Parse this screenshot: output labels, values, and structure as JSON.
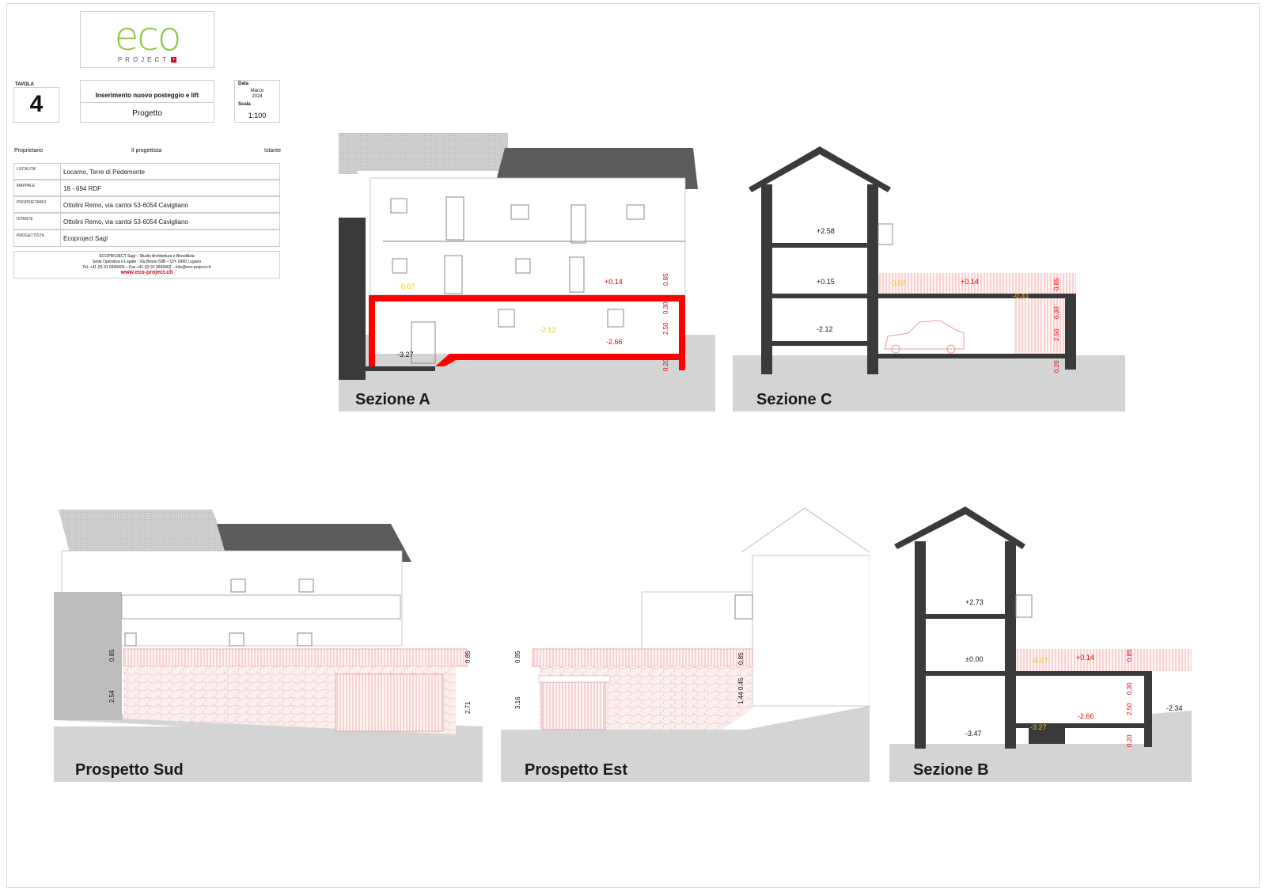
{
  "logo": {
    "word": "eco",
    "sub": "PROJECT",
    "cross": "+"
  },
  "header": {
    "tavola_label": "TAVOLA",
    "tavola_number": "4",
    "project_title": "Inserimento nuovo posteggio e lift",
    "project_phase": "Progetto",
    "data_label": "Data",
    "data_month": "Marzo",
    "data_year": "2024",
    "scala_label": "Scala",
    "scala_value": "1:100"
  },
  "signatures": {
    "proprietario": "Proprietario",
    "progettista": "Il progettista",
    "istante": "Istante"
  },
  "info_rows": [
    {
      "label": "LOCALITA'",
      "value": "Locarno, Terre di Pedemonte"
    },
    {
      "label": "MAPPALE",
      "value": "18 - 694 RDF"
    },
    {
      "label": "PROPRIETARIO",
      "value": "Ottolini Remo, via cantoi 53-6054 Cavigliano"
    },
    {
      "label": "ISTANTE",
      "value": "Ottolini Remo, via cantoi 53-6054 Cavigliano"
    },
    {
      "label": "PROGETTISTA",
      "value": "Ecoproject Sagl"
    }
  ],
  "company": {
    "line1": "ECOPROJECT Sagl – Studio Architettura e Bioedilizia",
    "line2": "Sede Operativa e Legale : Via Besso 59B – CH- 6900 Lugano",
    "line3": "Tel. +41 (0) 91 9949400 – Fax +41 (0) 91 9949402 – info@eco-project.ch",
    "web": "www.eco-project.ch"
  },
  "colors": {
    "accent_red": "#ff0000",
    "wall_dark": "#3a3a3a",
    "ground": "#d6d6d6",
    "roof": "#5c5c5c",
    "level_yellow": "#f2c500",
    "logo_green": "#8dc63f"
  },
  "sezione_a": {
    "title": "Sezione A",
    "levels": [
      "-0.07",
      "+0.14",
      "-2.12",
      "-2.66",
      "-3.27"
    ],
    "dims": [
      "0.85",
      "0.30",
      "2.50",
      "0.20"
    ]
  },
  "sezione_c": {
    "title": "Sezione C",
    "levels": [
      "+2.58",
      "+0.15",
      "-2.12",
      "-0.07",
      "+0.14",
      "-0.41"
    ],
    "dims": [
      "0.85",
      "0.30",
      "2.50",
      "0.20"
    ]
  },
  "prospetto_sud": {
    "title": "Prospetto Sud",
    "dims": [
      "0.85",
      "2.54",
      "0.85",
      "2.71"
    ]
  },
  "prospetto_est": {
    "title": "Prospetto Est",
    "dims": [
      "0.85",
      "3.16",
      "0.85",
      "1.44",
      "0.45"
    ]
  },
  "sezione_b": {
    "title": "Sezione B",
    "levels": [
      "+2.73",
      "±0.00",
      "-3.47",
      "-0.07",
      "+0.14",
      "-2.66",
      "-3.27",
      "-2.34"
    ],
    "dims": [
      "0.85",
      "0.30",
      "2.50",
      "0.20"
    ]
  }
}
